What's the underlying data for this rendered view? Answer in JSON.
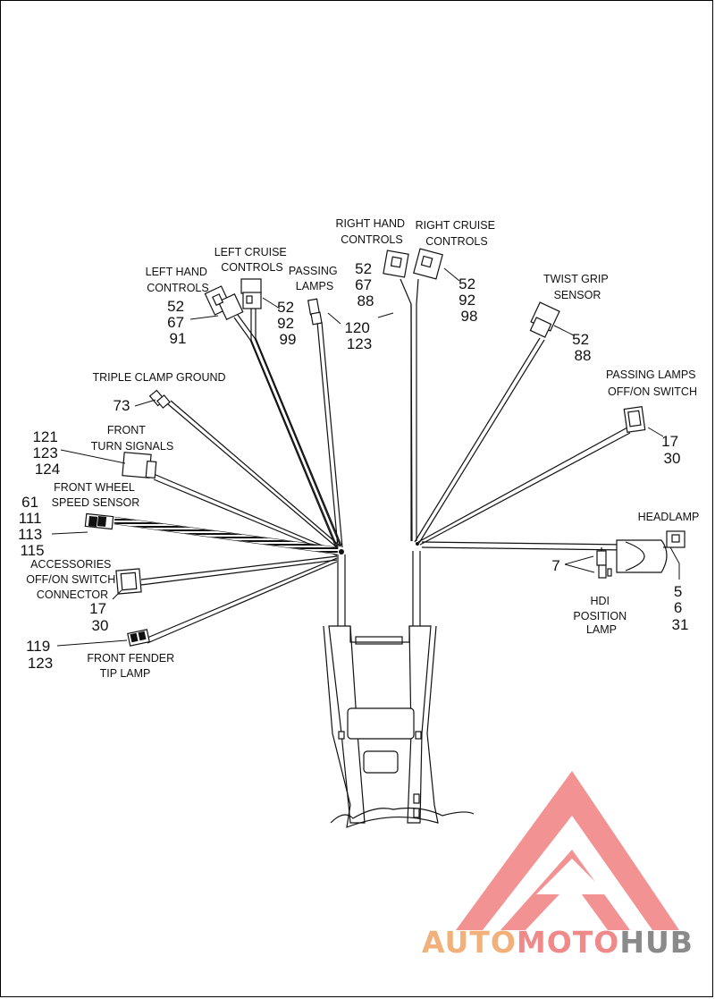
{
  "labels": {
    "left_hand_controls": [
      "LEFT HAND",
      "CONTROLS"
    ],
    "left_cruise_controls": [
      "LEFT CRUISE",
      "CONTROLS"
    ],
    "passing_lamps": [
      "PASSING",
      "LAMPS"
    ],
    "right_hand_controls": [
      "RIGHT HAND",
      "CONTROLS"
    ],
    "right_cruise_controls": [
      "RIGHT CRUISE",
      "CONTROLS"
    ],
    "twist_grip_sensor": [
      "TWIST GRIP",
      "SENSOR"
    ],
    "passing_lamps_switch": [
      "PASSING LAMPS",
      "OFF/ON SWITCH"
    ],
    "triple_clamp_ground": [
      "TRIPLE CLAMP GROUND"
    ],
    "front_turn_signals": [
      "FRONT",
      "TURN SIGNALS"
    ],
    "front_wheel_speed_sensor": [
      "FRONT WHEEL",
      "SPEED SENSOR"
    ],
    "accessories_switch": [
      "ACCESSORIES",
      "OFF/ON SWITCH",
      "CONNECTOR"
    ],
    "front_fender_tip_lamp": [
      "FRONT FENDER",
      "TIP LAMP"
    ],
    "headlamp": [
      "HEADLAMP"
    ],
    "hdi_position_lamp": [
      "HDI",
      "POSITION",
      "LAMP"
    ]
  },
  "refs": {
    "left_hand_controls": [
      "52",
      "67",
      "91"
    ],
    "left_cruise_controls": [
      "52",
      "92",
      "99"
    ],
    "passing_lamps": [
      "120",
      "123"
    ],
    "right_hand_controls": [
      "52",
      "67",
      "88"
    ],
    "right_cruise_controls": [
      "52",
      "92",
      "98"
    ],
    "twist_grip_sensor": [
      "52",
      "88"
    ],
    "passing_lamps_switch": [
      "17",
      "30"
    ],
    "triple_clamp_ground": [
      "73"
    ],
    "front_turn_signals": [
      "121",
      "123",
      "124"
    ],
    "front_wheel_speed_sensor": [
      "61",
      "111",
      "113",
      "115"
    ],
    "accessories_switch": [
      "17",
      "30"
    ],
    "front_fender_tip_lamp": [
      "119",
      "123"
    ],
    "headlamp": [
      "5",
      "6",
      "31"
    ],
    "hdi_position_lamp": [
      "7"
    ]
  },
  "watermark": {
    "text_parts": [
      "AUTO",
      "MOTO",
      "HUB"
    ],
    "colors": [
      "#f2b07a",
      "#f08a8a",
      "#8a8a8a"
    ],
    "logo_color": "#f07f7f"
  }
}
